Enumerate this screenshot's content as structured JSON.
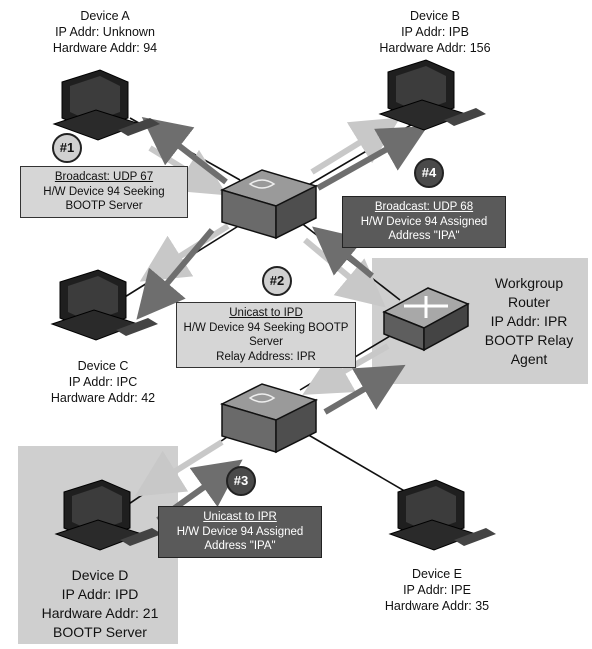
{
  "devices": {
    "a": {
      "lines": [
        "Device A",
        "IP Addr: Unknown",
        "Hardware Addr: 94"
      ]
    },
    "b": {
      "lines": [
        "Device B",
        "IP Addr: IPB",
        "Hardware Addr: 156"
      ]
    },
    "c": {
      "lines": [
        "Device C",
        "IP Addr: IPC",
        "Hardware Addr: 42"
      ]
    },
    "d": {
      "lines": [
        "Device D",
        "IP Addr: IPD",
        "Hardware Addr: 21",
        "BOOTP Server"
      ]
    },
    "e": {
      "lines": [
        "Device E",
        "IP Addr: IPE",
        "Hardware Addr: 35"
      ]
    }
  },
  "router": {
    "lines": [
      "Workgroup",
      "Router",
      "IP Addr: IPR",
      "BOOTP Relay",
      "Agent"
    ]
  },
  "steps": [
    "#1",
    "#2",
    "#3",
    "#4"
  ],
  "messages": {
    "m1": {
      "lines": [
        "Broadcast: UDP 67",
        "H/W Device 94 Seeking",
        "BOOTP Server"
      ]
    },
    "m2": {
      "lines": [
        "Unicast to IPD",
        "H/W Device 94 Seeking BOOTP",
        "Server",
        "Relay Address: IPR"
      ]
    },
    "m3": {
      "lines": [
        "Unicast to IPR",
        "H/W Device 94 Assigned",
        "Address \"IPA\""
      ]
    },
    "m4": {
      "lines": [
        "Broadcast: UDP 68",
        "H/W Device 94 Assigned",
        "Address \"IPA\""
      ]
    }
  },
  "colors": {
    "shade": "#cfcfcf",
    "light_arrow": "#c8c8c8",
    "dark_arrow": "#6e6e6e"
  }
}
